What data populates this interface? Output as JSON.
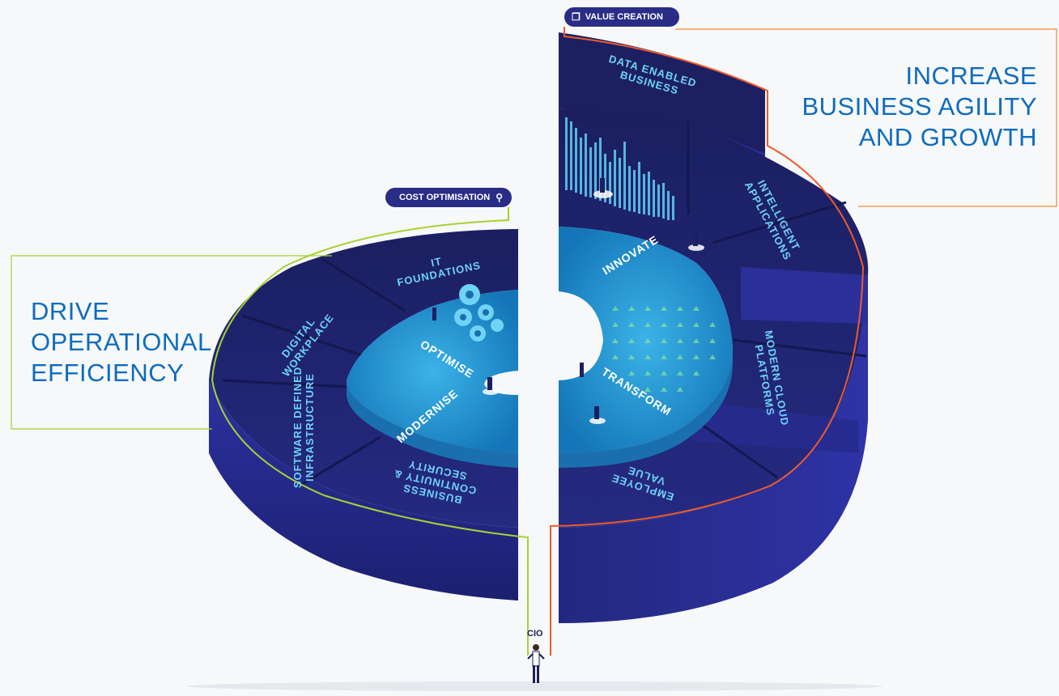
{
  "tags": {
    "cost": "COST OPTIMISATION",
    "value": "VALUE CREATION"
  },
  "headings": {
    "left": [
      "DRIVE",
      "OPERATIONAL",
      "EFFICIENCY"
    ],
    "right": [
      "INCREASE",
      "BUSINESS AGILITY",
      "AND GROWTH"
    ]
  },
  "segments": {
    "it_foundations": [
      "IT",
      "FOUNDATIONS"
    ],
    "digital_workplace": [
      "DIGITAL",
      "WORKPLACE"
    ],
    "software_defined": [
      "SOFTWARE DEFINED",
      "INFRASTRUCTURE"
    ],
    "business_continuity": [
      "BUSINESS",
      "CONTINUITY &",
      "SECURITY"
    ],
    "data_enabled": [
      "DATA ENABLED",
      "BUSINESS"
    ],
    "intelligent_apps": [
      "INTELLIGENT",
      "APPLICATIONS"
    ],
    "modern_cloud": [
      "MODERN CLOUD",
      "PLATFORMS"
    ],
    "employee_value": [
      "EMPLOYEE",
      "VALUE"
    ]
  },
  "inner": {
    "optimise": "OPTIMISE",
    "modernise": "MODERNISE",
    "innovate": "INNOVATE",
    "transform": "TRANSFORM"
  },
  "person": "CIO",
  "colors": {
    "ring_top": "#1f2470",
    "ring_side": "#272c92",
    "inner_disc": "#1a8ccf",
    "cost_line": "#a6d233",
    "value_line": "#ef5a2a",
    "heading": "#0d6cbf",
    "tag_bg": "#2a2d86",
    "segment_text": "#6fd3f5"
  }
}
